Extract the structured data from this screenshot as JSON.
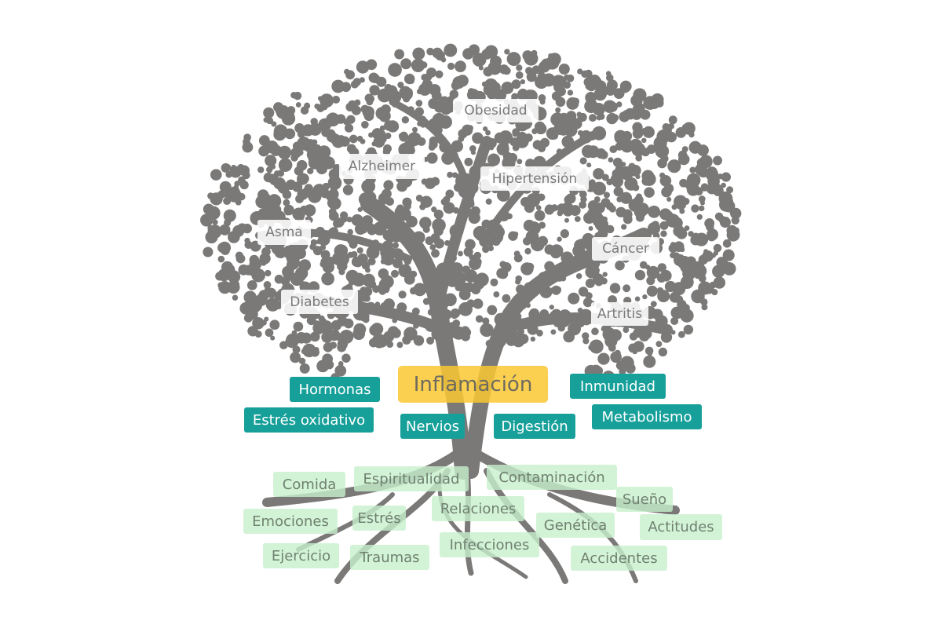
{
  "colors": {
    "tree": "#7b7978",
    "main": "#f8c84a",
    "system": "#17a09a",
    "cause": "#c8f0cd"
  },
  "center": "Inflamación",
  "diseases": [
    "Obesidad",
    "Alzheimer",
    "Hipertensión",
    "Asma",
    "Cáncer",
    "Diabetes",
    "Artritis"
  ],
  "systems": [
    "Hormonas",
    "Inmunidad",
    "Estrés oxidativo",
    "Nervios",
    "Digestión",
    "Metabolismo"
  ],
  "causes": [
    "Comida",
    "Espiritualidad",
    "Contaminación",
    "Sueño",
    "Relaciones",
    "Emociones",
    "Estrés",
    "Genética",
    "Actitudes",
    "Ejercicio",
    "Traumas",
    "Infecciones",
    "Accidentes"
  ]
}
